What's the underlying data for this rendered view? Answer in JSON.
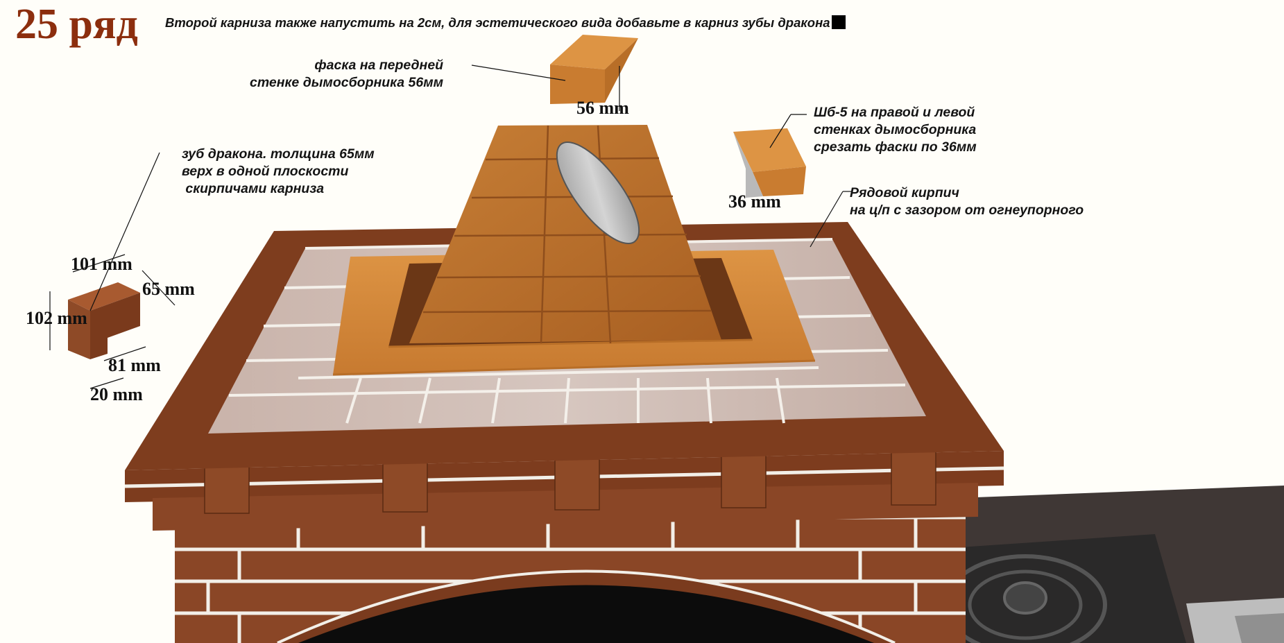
{
  "title": "25 ряд",
  "top_note": "Второй карниза также напустить на 2см, для эстетического вида добавьте в карниз зубы дракона",
  "chamfer_note": [
    "фаска на передней",
    "стенке дымосборника 56мм"
  ],
  "shb5_note": [
    "Шб-5 на правой и левой",
    "стенках дымосборника",
    "срезать фаски по 36мм"
  ],
  "dragon_note": [
    "зуб дракона. толщина 65мм",
    "верх в одной плоскости",
    " скирпичами карниза"
  ],
  "row_brick_note": [
    "Рядовой кирпич",
    "на ц/п с зазором от огнеупорного"
  ],
  "dims": {
    "chamfer_56": "56 mm",
    "shb5_36": "36 mm",
    "tooth_101": "101 mm",
    "tooth_65": "65 mm",
    "tooth_102": "102 mm",
    "tooth_81": "81 mm",
    "tooth_20": "20 mm"
  },
  "colors": {
    "red_brick": "#8a4626",
    "red_brick_dark": "#6e3519",
    "fireclay": "#d98d3c",
    "fireclay_dark": "#b86e27",
    "pale_brick": "#c9b5ad",
    "granite": "#3e3634",
    "title": "#8c2e0e"
  }
}
